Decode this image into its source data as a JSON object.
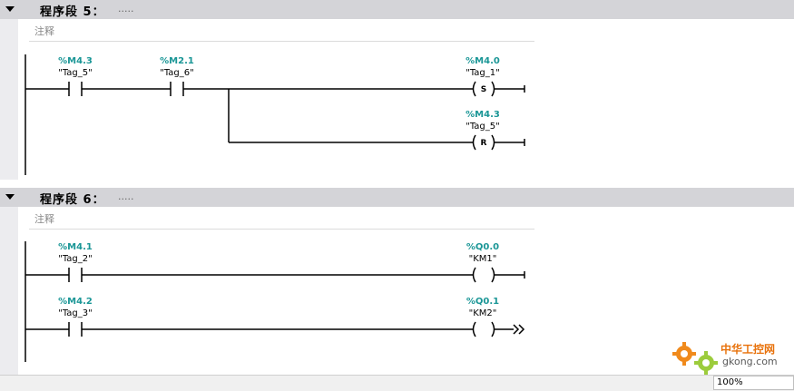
{
  "networks": [
    {
      "title": "程序段 5：",
      "dots": ".....",
      "comment": "注释",
      "contacts": [
        {
          "address": "%M4.3",
          "tag": "\"Tag_5\""
        },
        {
          "address": "%M2.1",
          "tag": "\"Tag_6\""
        }
      ],
      "coils": [
        {
          "address": "%M4.0",
          "tag": "\"Tag_1\"",
          "type": "S"
        },
        {
          "address": "%M4.3",
          "tag": "\"Tag_5\"",
          "type": "R"
        }
      ]
    },
    {
      "title": "程序段 6：",
      "dots": ".....",
      "comment": "注释",
      "contacts": [
        {
          "address": "%M4.1",
          "tag": "\"Tag_2\""
        },
        {
          "address": "%M4.2",
          "tag": "\"Tag_3\""
        }
      ],
      "coils": [
        {
          "address": "%Q0.0",
          "tag": "\"KM1\"",
          "type": ""
        },
        {
          "address": "%Q0.1",
          "tag": "\"KM2\"",
          "type": ""
        }
      ]
    }
  ],
  "status": {
    "zoom": "100%"
  },
  "watermark": {
    "cn": "中华工控网",
    "en": "gkong.com"
  },
  "colors": {
    "address": "#1a9696",
    "header": "#d4d4d8"
  }
}
